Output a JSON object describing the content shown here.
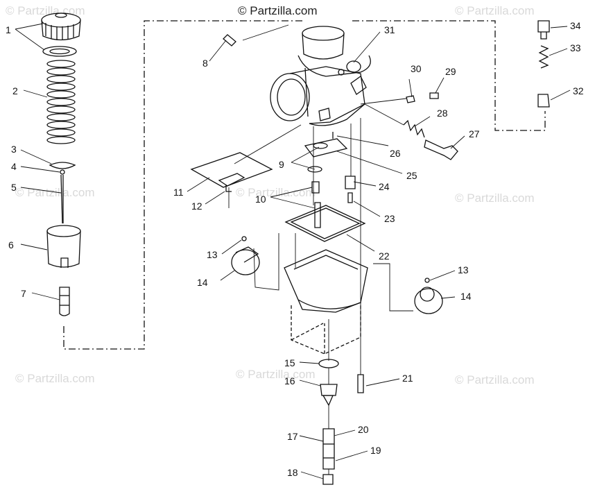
{
  "copyright": "© Partzilla.com",
  "watermark_text": "© Partzilla.com",
  "callouts": [
    "1",
    "2",
    "3",
    "4",
    "5",
    "6",
    "7",
    "8",
    "9",
    "10",
    "11",
    "12",
    "13",
    "14",
    "13",
    "14",
    "15",
    "16",
    "17",
    "18",
    "19",
    "20",
    "21",
    "22",
    "23",
    "24",
    "25",
    "26",
    "27",
    "28",
    "29",
    "30",
    "31",
    "32",
    "33",
    "34"
  ],
  "colors": {
    "line": "#111111",
    "watermark": "#d9d9d9",
    "background": "#ffffff"
  }
}
